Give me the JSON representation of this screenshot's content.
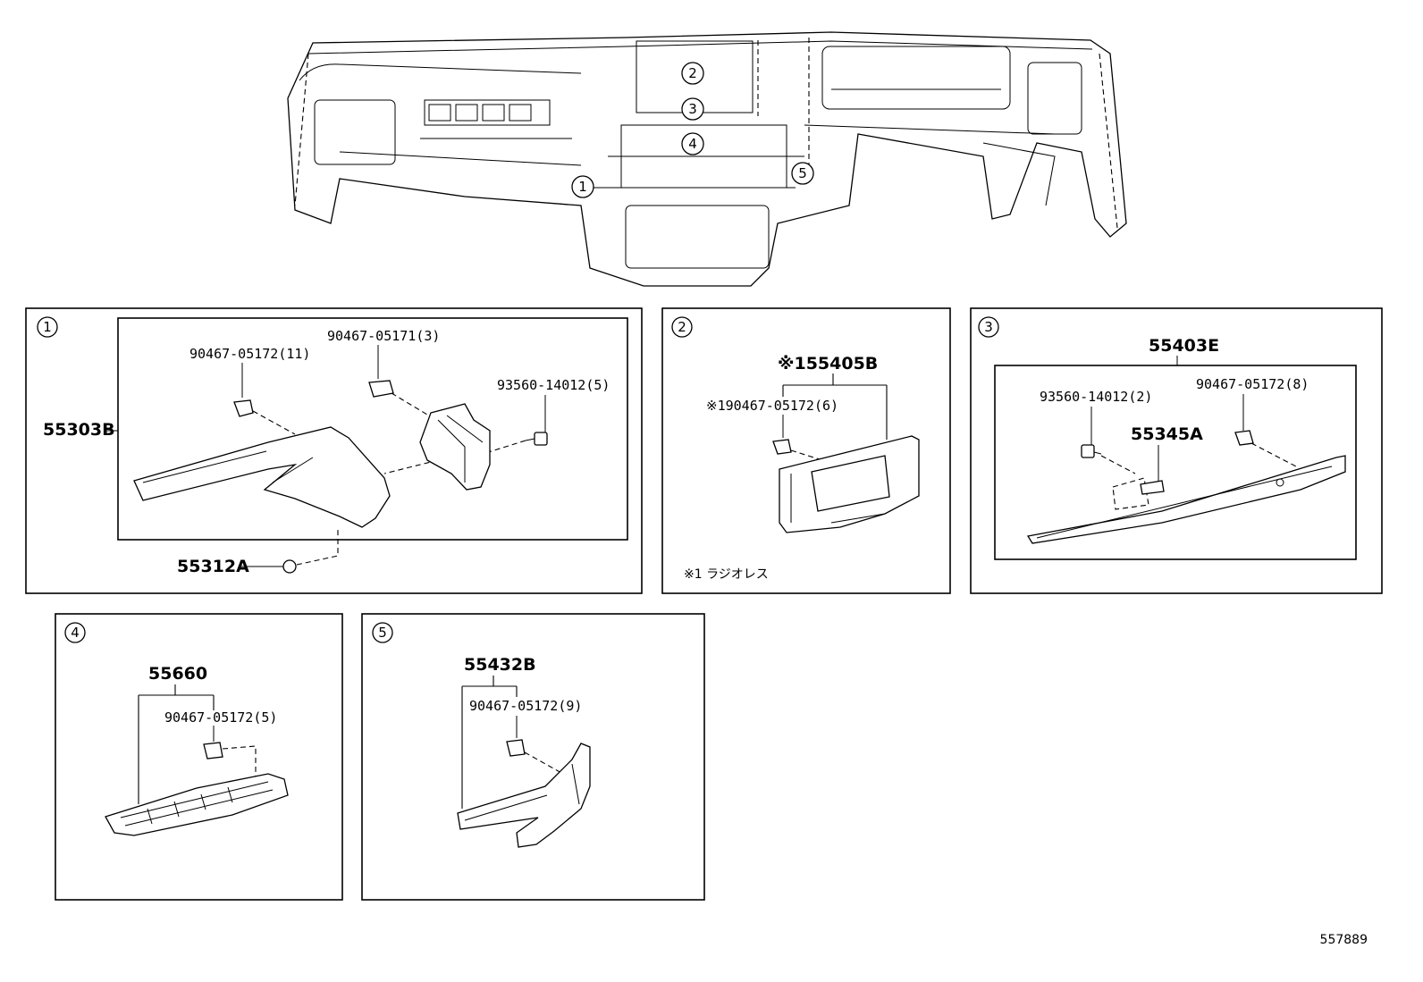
{
  "diagram_ref": "557889",
  "overview": {
    "callouts": [
      "1",
      "2",
      "3",
      "4",
      "5"
    ]
  },
  "panels": [
    {
      "id": "1",
      "parts": {
        "main": "55303B",
        "clip_a": "90467-05172(11)",
        "clip_b": "90467-05171(3)",
        "screw": "93560-14012(5)",
        "cap": "55312A"
      }
    },
    {
      "id": "2",
      "parts": {
        "main": "※155405B",
        "clip": "※190467-05172(6)"
      },
      "note": "※1 ラジオレス"
    },
    {
      "id": "3",
      "parts": {
        "main": "55403E",
        "screw": "93560-14012(2)",
        "clip": "90467-05172(8)",
        "bracket": "55345A"
      }
    },
    {
      "id": "4",
      "parts": {
        "main": "55660",
        "clip": "90467-05172(5)"
      }
    },
    {
      "id": "5",
      "parts": {
        "main": "55432B",
        "clip": "90467-05172(9)"
      }
    }
  ]
}
